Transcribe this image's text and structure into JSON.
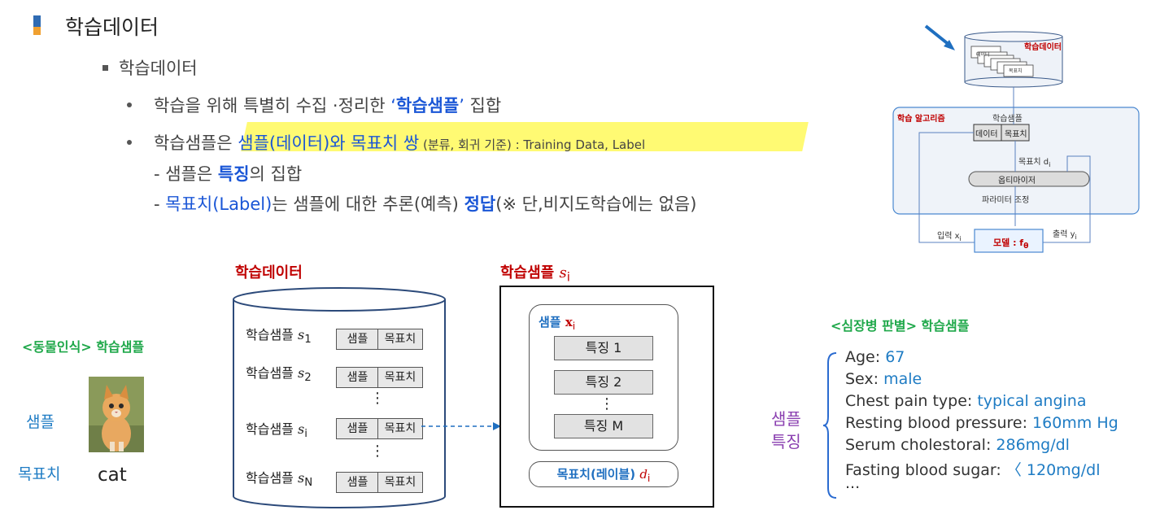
{
  "title": "학습데이터",
  "subtitle": "학습데이터",
  "bullet1": {
    "pre": "학습을 위해  특별히 수집 ·정리한 ",
    "q_open": "‘",
    "highlight": "학습샘플",
    "q_close": "’",
    "post": " 집합"
  },
  "bullet2": {
    "pre": "학습샘플은 ",
    "mark": "샘플(데이터)와 목표치 쌍",
    "paren": " (분류, 회귀 기준) : Training Data, Label"
  },
  "sub1": {
    "dash": "- 샘플은 ",
    "feature": "특징",
    "rest": "의 집합"
  },
  "sub2": {
    "dash": "- ",
    "label": "목표치(Label)",
    "mid": "는 샘플에 대한 추론(예측) ",
    "answer": "정답",
    "rest": "(※ 단,비지도학습에는 없음)"
  },
  "diagram_top": {
    "db_label": "학습데이터",
    "mini_cards": [
      "데이터",
      "목표치",
      "데이터",
      "목표치",
      "데이터",
      "목표치"
    ],
    "algo_title": "학습 알고리즘",
    "sample_label": "학습샘플",
    "cell_data": "데이터",
    "cell_target": "목표치",
    "target_label": "목표치 d",
    "target_sub": "i",
    "optimizer": "옵티마이저",
    "param_adjust": "파라미터 조정",
    "input_label": "입력 x",
    "input_sub": "i",
    "output_label": "출력 y",
    "output_sub": "i",
    "model_label": "모델 : f",
    "model_sub": "θ"
  },
  "animal": {
    "title": "<동물인식> 학습샘플",
    "sample_label": "샘플",
    "target_label": "목표치",
    "target_value": "cat"
  },
  "cylinder": {
    "title": "학습데이터",
    "rows": [
      {
        "label": "학습샘플 ",
        "var": "s",
        "sub": "1"
      },
      {
        "label": "학습샘플 ",
        "var": "s",
        "sub": "2"
      },
      {
        "label": "학습샘플 ",
        "var": "s",
        "sub": "i"
      },
      {
        "label": "학습샘플 ",
        "var": "s",
        "sub": "N"
      }
    ],
    "cell_sample": "샘플",
    "cell_target": "목표치",
    "dots": "⋮"
  },
  "sample_box": {
    "title": "학습샘플 ",
    "title_var": "s",
    "title_sub": "i",
    "inner_title": "샘플 ",
    "inner_var": "x",
    "inner_sub": "i",
    "features": [
      "특징 1",
      "특징 2",
      "특징 M"
    ],
    "dots": "⋮",
    "target": "목표치(레이블) ",
    "target_var": "d",
    "target_sub": "i"
  },
  "heart": {
    "title": "<심장병 판별> 학습샘플",
    "side_label_1": "샘플",
    "side_label_2": "특징",
    "items": [
      {
        "k": "Age: ",
        "v": "67"
      },
      {
        "k": "Sex: ",
        "v": "male"
      },
      {
        "k": "Chest pain type: ",
        "v": "typical angina"
      },
      {
        "k": "Resting blood pressure: ",
        "v": "160mm Hg"
      },
      {
        "k": "Serum cholestoral: ",
        "v": "286mg/dl"
      },
      {
        "k": "Fasting blood sugar: ",
        "v": "〈 120mg/dl"
      }
    ],
    "ellipsis": "..."
  },
  "colors": {
    "accent_blue": "#1a56d6",
    "red": "#c00000",
    "green": "#1fa84a",
    "highlight": "#fff500"
  }
}
